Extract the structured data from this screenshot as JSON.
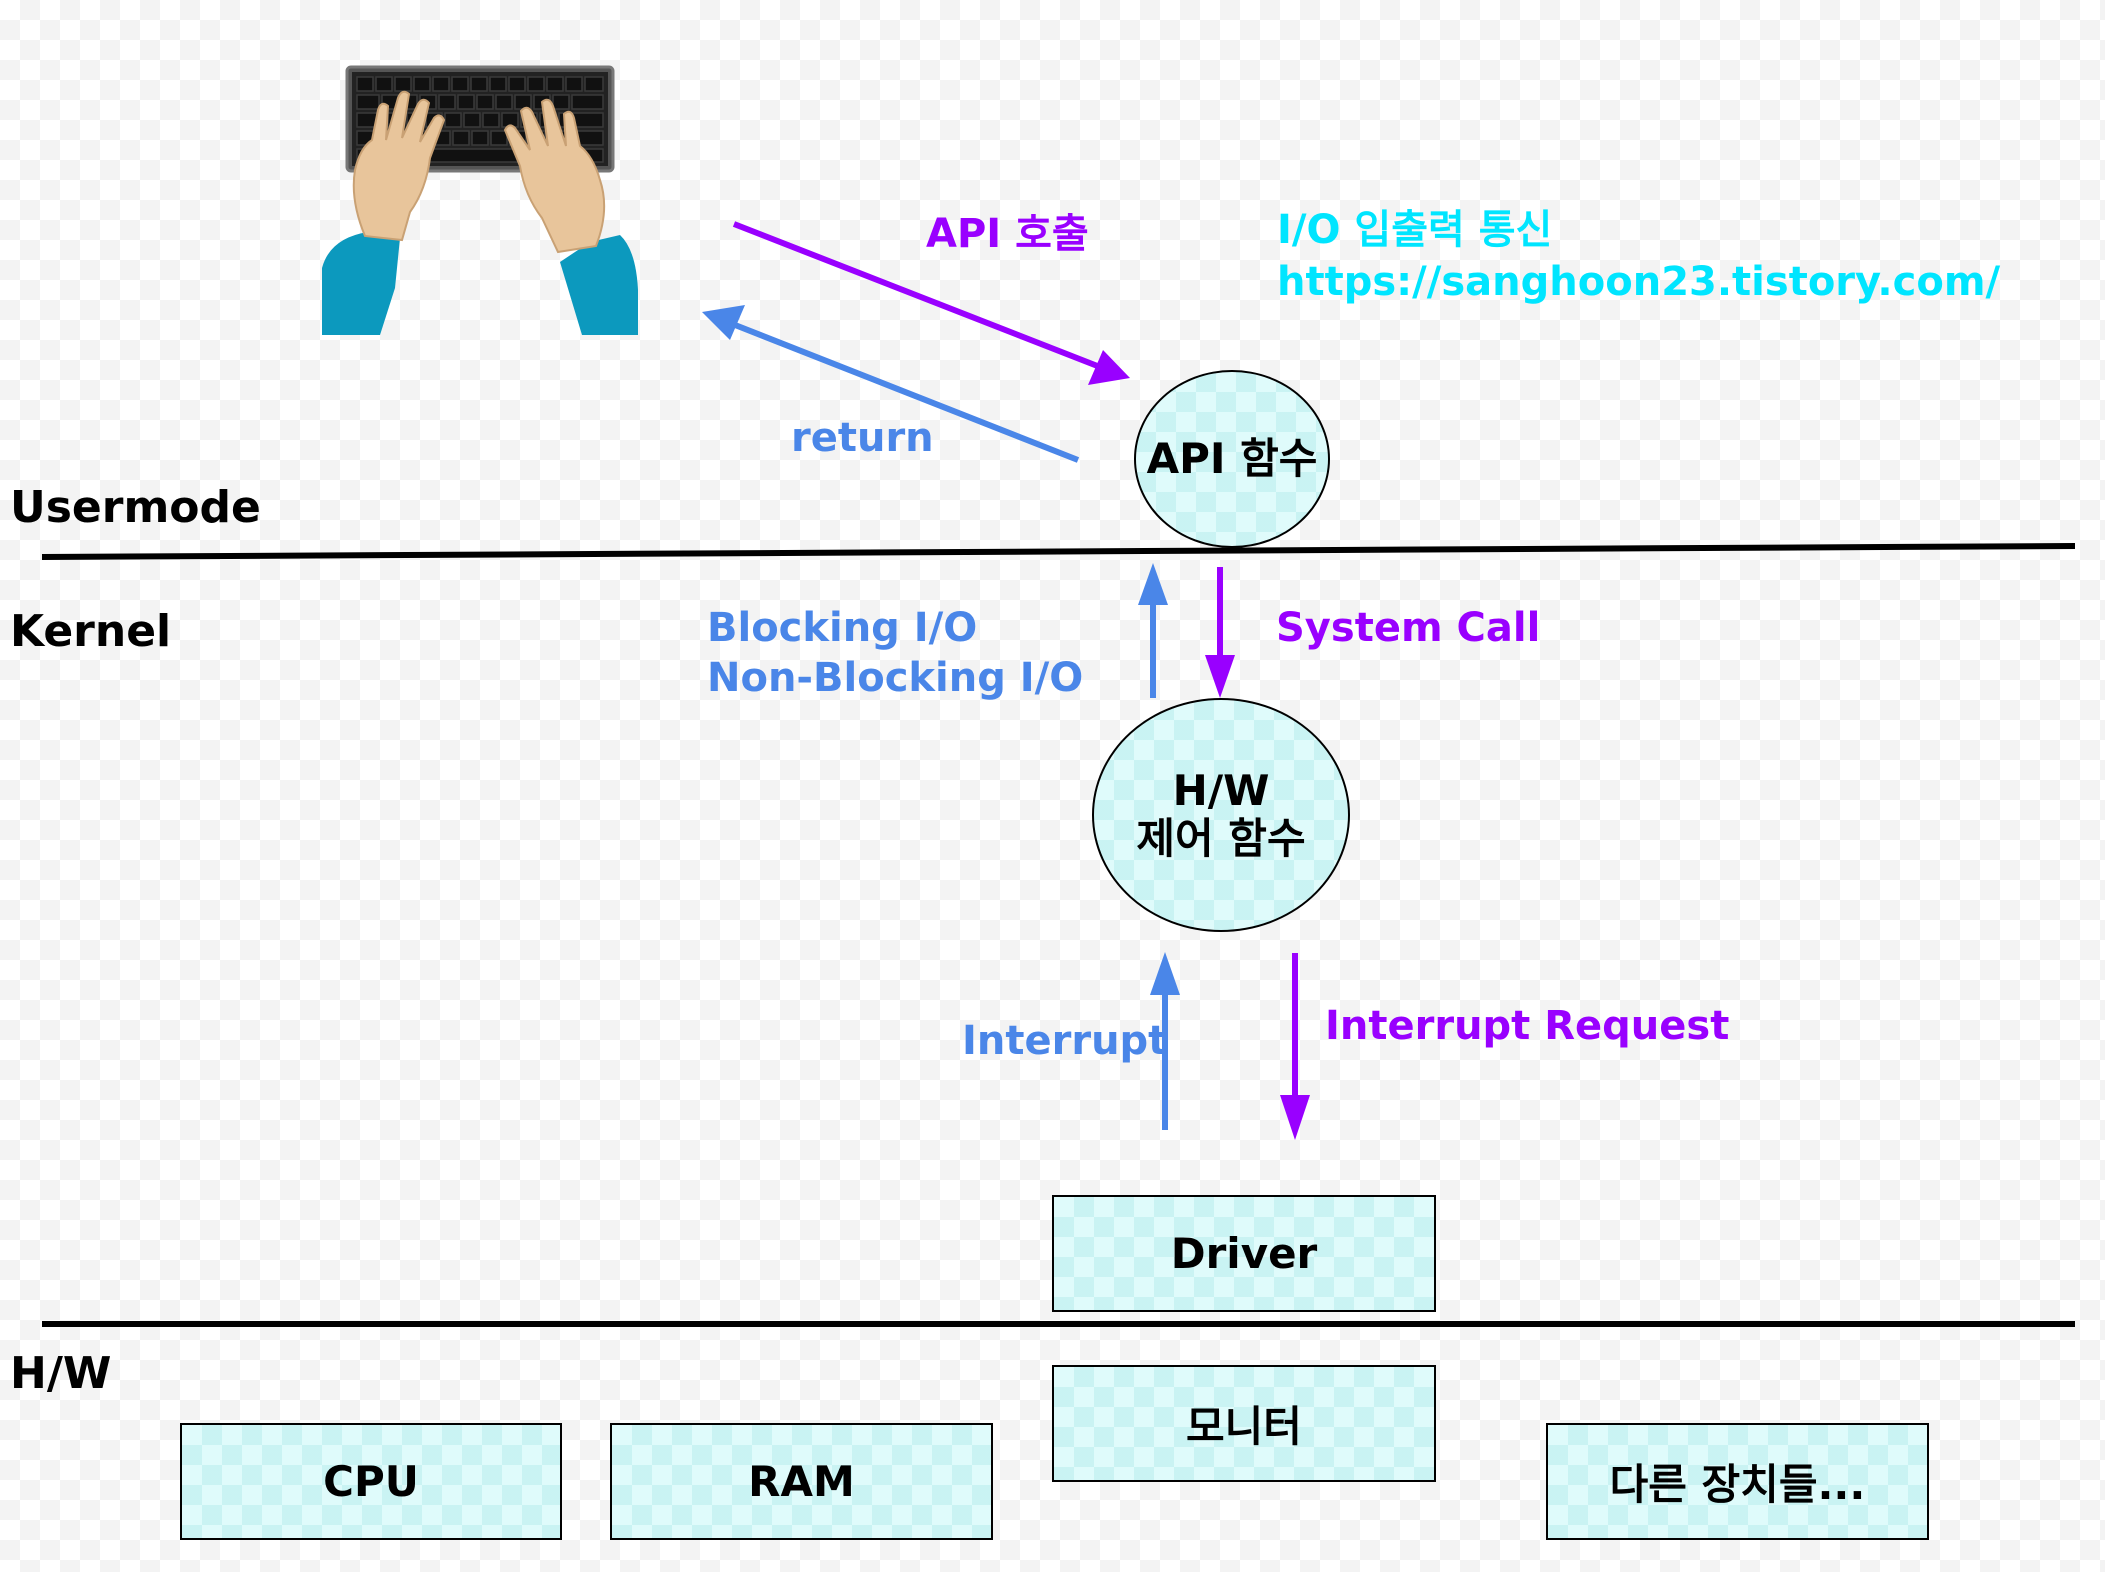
{
  "watermark": {
    "line1": "I/O 입출력 통신",
    "line2": "https://sanghoon23.tistory.com/"
  },
  "sections": {
    "usermode": "Usermode",
    "kernel": "Kernel",
    "hw": "H/W"
  },
  "nodes": {
    "api_function": "API 함수",
    "hw_control_line1": "H/W",
    "hw_control_line2": "제어 함수",
    "driver": "Driver",
    "monitor": "모니터",
    "cpu": "CPU",
    "ram": "RAM",
    "other_devices": "다른 장치들..."
  },
  "edges": {
    "api_call": "API 호출",
    "return": "return",
    "blocking_io": "Blocking I/O",
    "non_blocking_io": "Non-Blocking I/O",
    "system_call": "System Call",
    "interrupt": "Interrupt",
    "interrupt_request": "Interrupt Request"
  },
  "colors": {
    "purple": "#9900ff",
    "blue": "#4a86e8",
    "cyan": "#00e5ff",
    "node_fill": "#dffbfb"
  }
}
